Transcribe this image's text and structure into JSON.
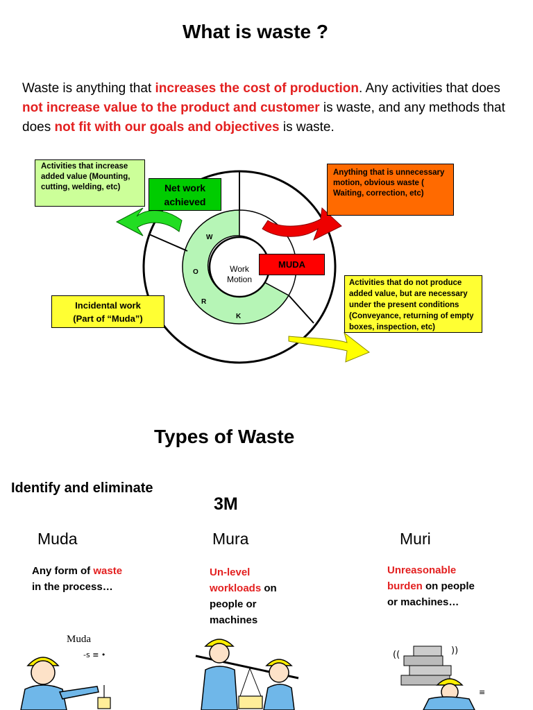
{
  "title": "What is waste ?",
  "intro": {
    "p1": "Waste is anything that ",
    "p1_red": "increases the cost of production",
    "p2": ". Any activities that does ",
    "p2_red": "not increase value to the product and customer",
    "p3": " is waste, and any methods that does ",
    "p3_red": "not fit with our goals and objectives",
    "p4": " is waste."
  },
  "diagram": {
    "added_value_box": "Activities that increase added value (Mounting, cutting, welding, etc)",
    "net_work_box": "Net work achieved",
    "unnecessary_box": "Anything that is unnecessary motion, obvious waste ( Waiting, correction, etc)",
    "muda_box": "MUDA",
    "present_conditions_box": "Activities that do not produce added value, but are necessary under the present conditions (Conveyance, returning of empty boxes, inspection, etc)",
    "incidental_box_line1": "Incidental work",
    "incidental_box_line2": "(Part of “Muda”)",
    "center_line1": "Work",
    "center_line2": "Motion",
    "ring_letters": [
      "W",
      "O",
      "R",
      "K"
    ],
    "colors": {
      "green_box": "#ccff99",
      "net_work_green": "#00cc00",
      "light_green": "#b6f5b6",
      "orange": "#ff6a00",
      "red": "#ff0000",
      "yellow": "#ffff33",
      "green_arrow": "#22dd22",
      "red_arrow": "#ee0000",
      "yellow_arrow": "#ffff00"
    }
  },
  "types_title": "Types of Waste",
  "identify": "Identify and eliminate",
  "three_m": "3M",
  "columns": {
    "muda": {
      "heading": "Muda",
      "t1": "Any form of ",
      "t1_red": "waste",
      "t2": "in the process…",
      "image_label": "Muda"
    },
    "mura": {
      "heading": "Mura",
      "t1_red_a": "Un-level",
      "t1_red_b": "workloads",
      "t2": " on",
      "t3": "people or",
      "t4": "machines"
    },
    "muri": {
      "heading": "Muri",
      "t1_red_a": "Unreasonable",
      "t1_red_b": "burden",
      "t2": " on people",
      "t3": "or machines…"
    }
  }
}
